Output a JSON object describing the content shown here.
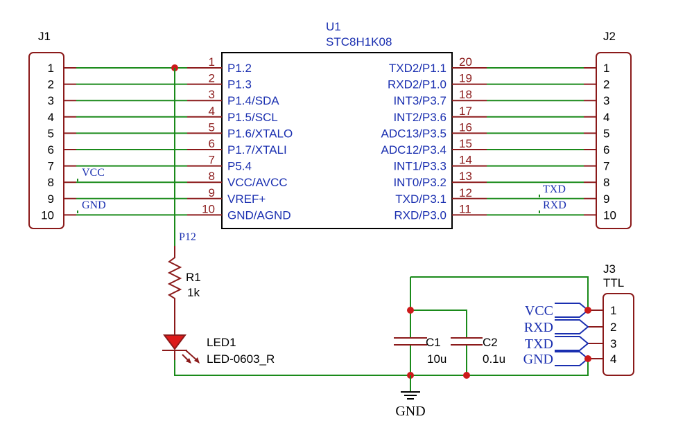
{
  "j1": {
    "ref": "J1",
    "pins": [
      "1",
      "2",
      "3",
      "4",
      "5",
      "6",
      "7",
      "8",
      "9",
      "10"
    ]
  },
  "j2": {
    "ref": "J2",
    "pins": [
      "1",
      "2",
      "3",
      "4",
      "5",
      "6",
      "7",
      "8",
      "9",
      "10"
    ]
  },
  "u1": {
    "ref": "U1",
    "part": "STC8H1K08",
    "left_pins": [
      {
        "num": "1",
        "name": "P1.2"
      },
      {
        "num": "2",
        "name": "P1.3"
      },
      {
        "num": "3",
        "name": "P1.4/SDA"
      },
      {
        "num": "4",
        "name": "P1.5/SCL"
      },
      {
        "num": "5",
        "name": "P1.6/XTALO"
      },
      {
        "num": "6",
        "name": "P1.7/XTALI"
      },
      {
        "num": "7",
        "name": "P5.4"
      },
      {
        "num": "8",
        "name": "VCC/AVCC"
      },
      {
        "num": "9",
        "name": "VREF+"
      },
      {
        "num": "10",
        "name": "GND/AGND"
      }
    ],
    "right_pins": [
      {
        "num": "20",
        "name": "TXD2/P1.1"
      },
      {
        "num": "19",
        "name": "RXD2/P1.0"
      },
      {
        "num": "18",
        "name": "INT3/P3.7"
      },
      {
        "num": "17",
        "name": "INT2/P3.6"
      },
      {
        "num": "16",
        "name": "ADC13/P3.5"
      },
      {
        "num": "15",
        "name": "ADC12/P3.4"
      },
      {
        "num": "14",
        "name": "INT1/P3.3"
      },
      {
        "num": "13",
        "name": "INT0/P3.2"
      },
      {
        "num": "12",
        "name": "TXD/P3.1"
      },
      {
        "num": "11",
        "name": "RXD/P3.0"
      }
    ]
  },
  "nets": {
    "vcc": "VCC",
    "gnd": "GND",
    "txd": "TXD",
    "rxd": "RXD",
    "p12": "P12"
  },
  "r1": {
    "ref": "R1",
    "value": "1k"
  },
  "led1": {
    "ref": "LED1",
    "value": "LED-0603_R"
  },
  "c1": {
    "ref": "C1",
    "value": "10u"
  },
  "c2": {
    "ref": "C2",
    "value": "0.1u"
  },
  "j3": {
    "ref": "J3",
    "value": "TTL",
    "pins": [
      "1",
      "2",
      "3",
      "4"
    ],
    "nets": [
      "VCC",
      "RXD",
      "TXD",
      "GND"
    ]
  },
  "gnd_symbol_label": "GND",
  "colors": {
    "wire": "#1a8a1a",
    "symbol": "#8b1a1a",
    "label": "#1a2fb0",
    "junction": "#cc1a1a"
  }
}
